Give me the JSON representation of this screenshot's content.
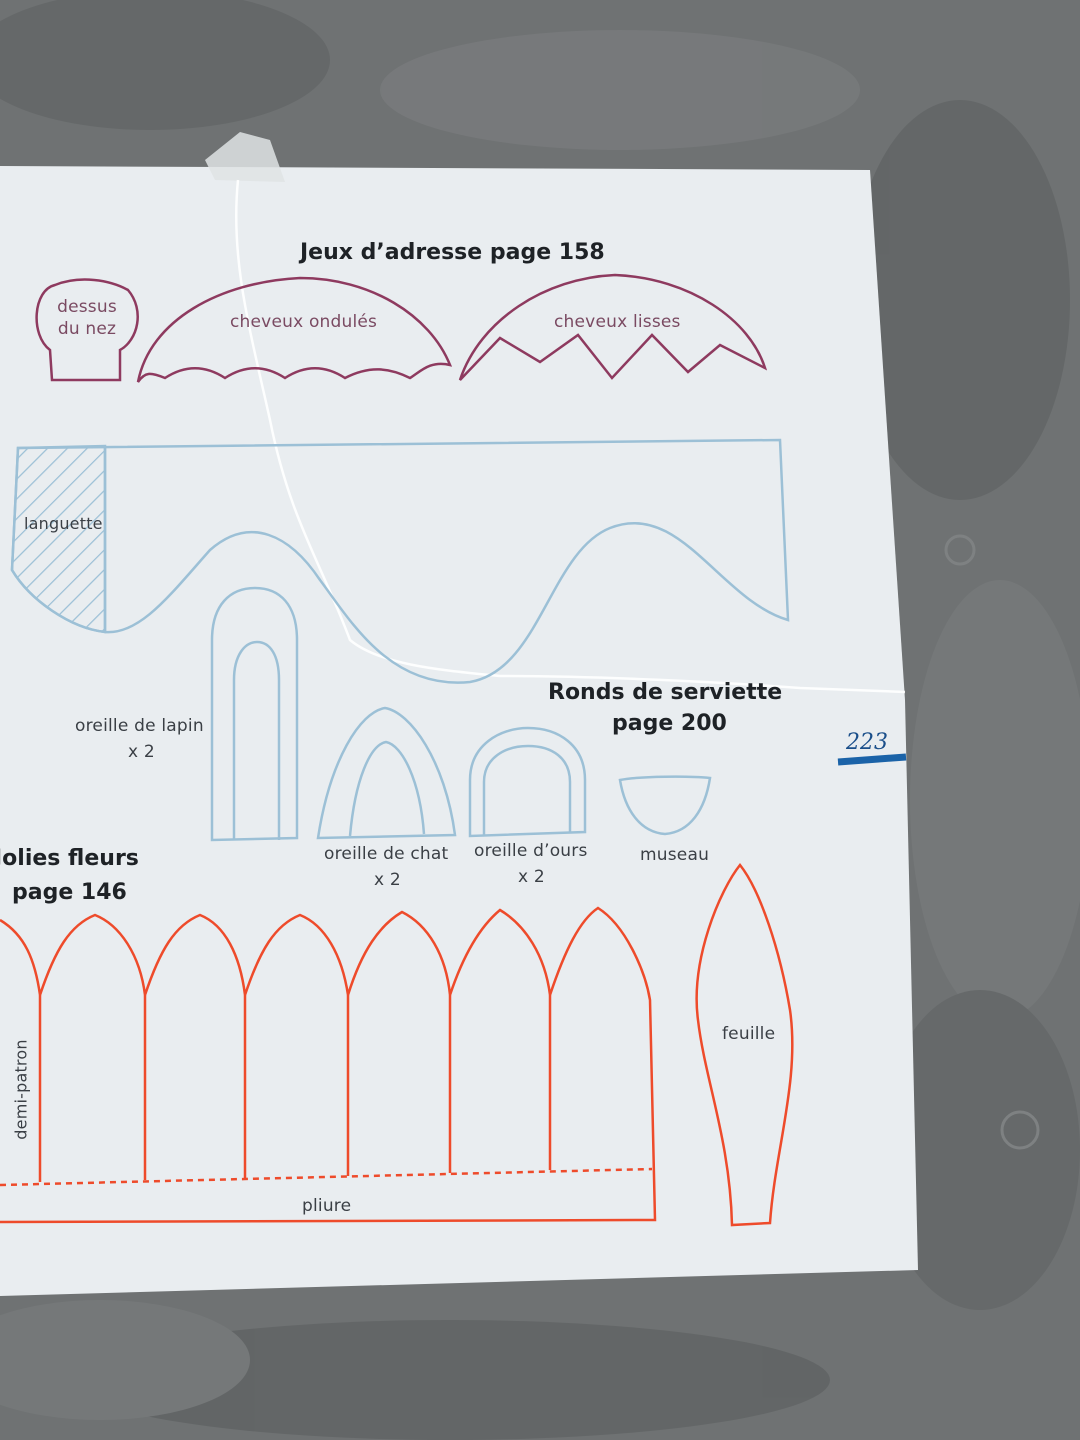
{
  "sections": {
    "jeux": {
      "title": "Jeux d’adresse page 158",
      "labels": {
        "nose_top": "dessus\ndu nez",
        "wavy_hair": "cheveux ondulés",
        "straight_hair": "cheveux lisses",
        "tab": "languette"
      }
    },
    "ronds": {
      "title_line1": "Ronds de serviette",
      "title_line2": "page 200",
      "labels": {
        "rabbit_ear": "oreille de lapin",
        "rabbit_qty": "x 2",
        "cat_ear": "oreille de chat",
        "cat_qty": "x 2",
        "bear_ear": "oreille d’ours",
        "bear_qty": "x 2",
        "muzzle": "museau"
      }
    },
    "fleurs": {
      "title_line1": "Jolies fleurs",
      "title_line2": "page 146",
      "labels": {
        "half_pattern": "demi-patron",
        "fold": "pliure",
        "leaf": "feuille"
      }
    }
  },
  "handwritten_page_number": "223",
  "colors": {
    "purple": "#8e3a5f",
    "blue": "#9cc0d6",
    "red": "#ee4b2b",
    "paper": "#e9edf0",
    "marker": "#1b63a8"
  }
}
